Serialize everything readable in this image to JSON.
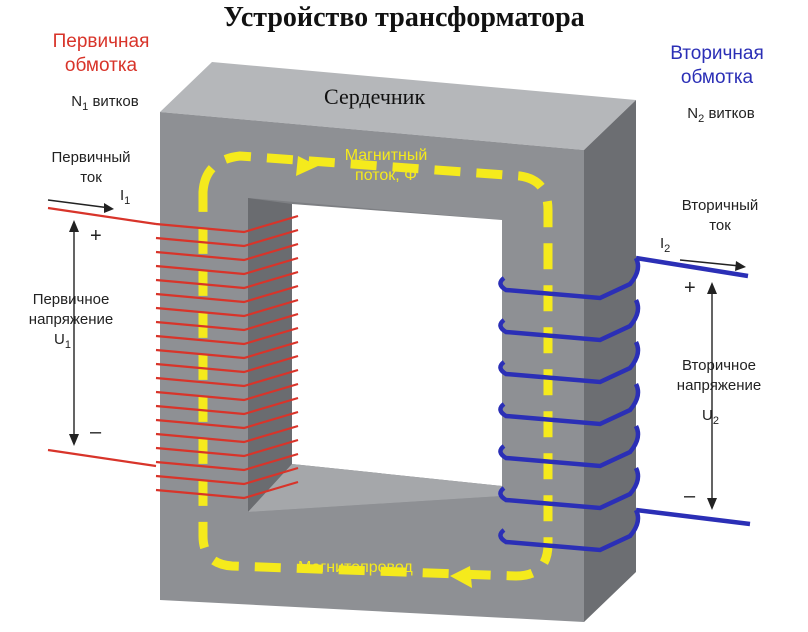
{
  "title": "Устройство трансформатора",
  "primary": {
    "winding_line1": "Первичная",
    "winding_line2": "обмотка",
    "turns_sym": "N",
    "turns_sub": "1",
    "turns_word": "витков",
    "current_line1": "Первичный",
    "current_line2": "ток",
    "current_sym": "I",
    "current_sub": "1",
    "voltage_line1": "Первичное",
    "voltage_line2": "напряжение",
    "voltage_sym": "U",
    "voltage_sub": "1",
    "plus": "+",
    "minus": "–"
  },
  "secondary": {
    "winding_line1": "Вторичная",
    "winding_line2": "обмотка",
    "turns_sym": "N",
    "turns_sub": "2",
    "turns_word": "витков",
    "current_line1": "Вторичный",
    "current_line2": "ток",
    "current_sym": "I",
    "current_sub": "2",
    "voltage_line1": "Вторичное",
    "voltage_line2": "напряжение",
    "voltage_sym": "U",
    "voltage_sub": "2",
    "plus": "+",
    "minus": "–"
  },
  "core": {
    "label": "Сердечник",
    "flux_line1": "Магнитный",
    "flux_line2": "поток, Φ",
    "magnetic_path": "Магнитопровод"
  },
  "colors": {
    "primary": "#d8342a",
    "secondary": "#2b2fb6",
    "flux": "#f5ea1c",
    "core_face": "#8e9094",
    "core_top": "#b8babd",
    "core_side": "#707276"
  }
}
